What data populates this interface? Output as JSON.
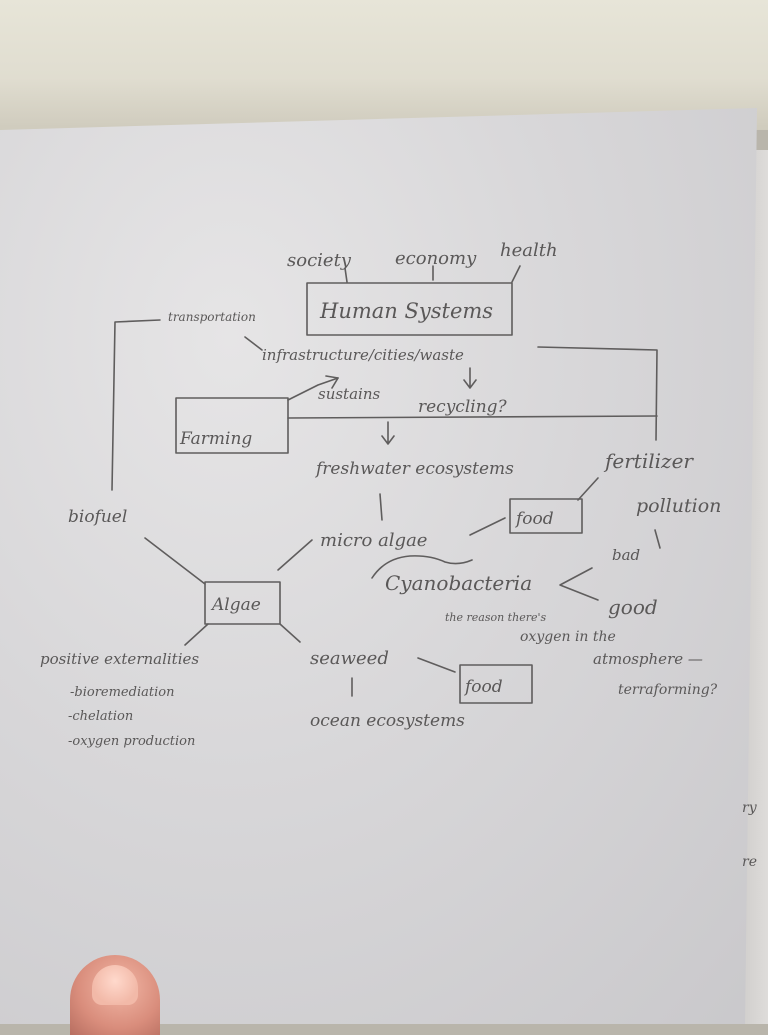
{
  "labels": {
    "society": "society",
    "economy": "economy",
    "health": "health",
    "human_systems": "Human Systems",
    "transportation": "transportation",
    "infrastructure": "infrastructure/cities/waste",
    "sustains": "sustains",
    "recycling": "recycling?",
    "farming": "Farming",
    "freshwater": "freshwater ecosystems",
    "fertilizer": "fertilizer",
    "pollution": "pollution",
    "biofuel": "biofuel",
    "food_top": "food",
    "micro_algae": "micro algae",
    "bad": "bad",
    "cyanobacteria": "Cyanobacteria",
    "algae": "Algae",
    "good": "good",
    "oxygen_note_1": "the reason there's",
    "oxygen_note_2": "oxygen in the",
    "atmosphere": "atmosphere —",
    "terraforming": "terraforming?",
    "positive_externalities": "positive externalities",
    "bioremediation": "-bioremediation",
    "chelation": "-chelation",
    "oxygen_production": "-oxygen production",
    "seaweed": "seaweed",
    "food_bottom": "food",
    "ocean": "ocean ecosystems",
    "margin_1": "ry",
    "margin_2": "re"
  },
  "colors": {
    "ink": "#5a5858",
    "paper": "#d9d8da",
    "wall": "#e4e2d5"
  }
}
